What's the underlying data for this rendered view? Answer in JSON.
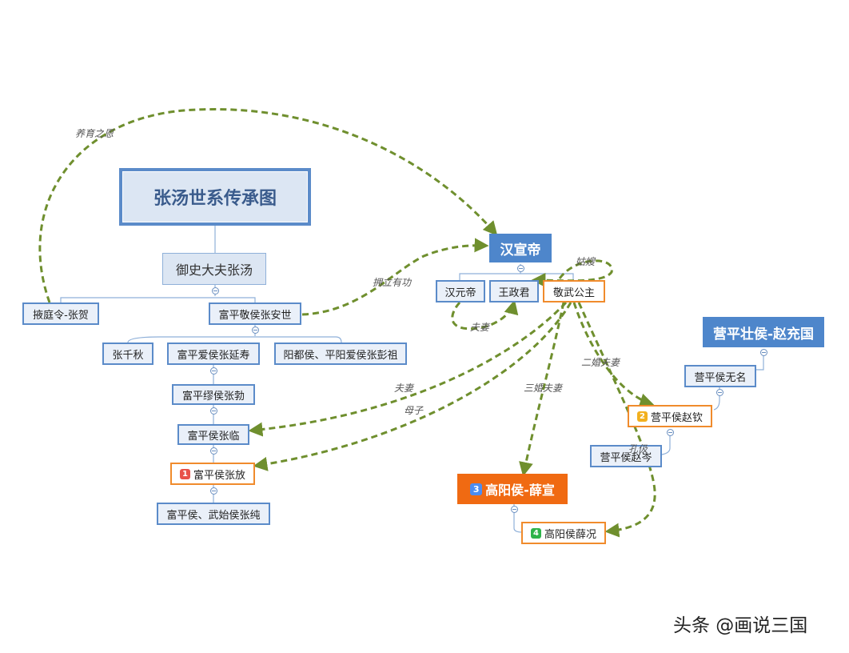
{
  "title": "张汤世系传承图",
  "nodes": {
    "zhang_tang": "御史大夫张汤",
    "zhang_he": "掖庭令-张贺",
    "zhang_anshi": "富平敬侯张安世",
    "zhang_qianqiu": "张千秋",
    "zhang_yanshou": "富平爱侯张延寿",
    "zhang_pengzu": "阳都侯、平阳爱侯张彭祖",
    "zhang_bo": "富平缪侯张勃",
    "zhang_lin": "富平侯张临",
    "zhang_fang": "富平侯张放",
    "zhang_chun": "富平侯、武始侯张纯",
    "han_xuandi": "汉宣帝",
    "han_yuandi": "汉元帝",
    "wang_zhengjun": "王政君",
    "jingwu": "敬武公主",
    "zhao_chongguo": "营平壮侯-赵充国",
    "wuming": "营平侯无名",
    "zhao_qin": "营平侯赵钦",
    "zhao_cen": "营平侯赵岑",
    "xue_xuan": "高阳侯-薛宣",
    "xue_kuang": "高阳侯薛况"
  },
  "badges": {
    "zhang_fang": "1",
    "zhao_qin": "2",
    "xue_xuan": "3",
    "xue_kuang": "4"
  },
  "relations": {
    "yangyu": "养育之恩",
    "yongli": "拥立有功",
    "gusao": "姑嫂",
    "fuqi1": "夫妻",
    "fuqi2": "夫妻",
    "muzi": "母子",
    "sanhun": "三婚夫妻",
    "erhun": "二婚夫妻",
    "kongju": "孔伋"
  },
  "colors": {
    "node_border": "#5b8bc9",
    "node_fill": "#eaf0f9",
    "highlight_border": "#f08b2c",
    "solid_blue": "#4e86cb",
    "solid_orange": "#f06a12",
    "relation_line": "#6f8f2e",
    "badge_red": "#e8514a",
    "badge_yellow": "#f2b01e",
    "badge_blue": "#4b8df2",
    "badge_green": "#2db34a"
  },
  "watermark": "头条 @画说三国"
}
